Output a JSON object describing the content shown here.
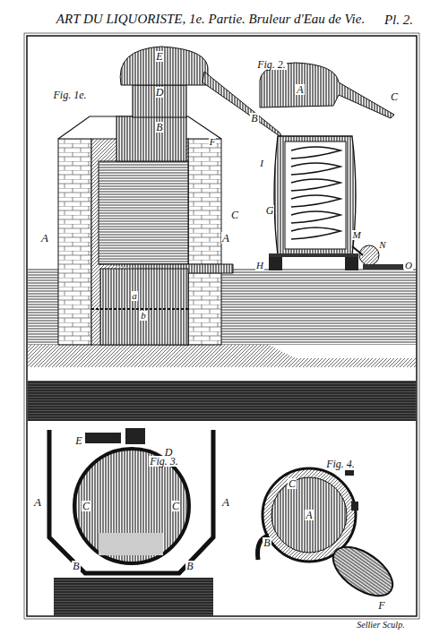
{
  "diagram": {
    "title": "ART DU LIQUORISTE, 1e. Partie. Bruleur d'Eau de Vie.",
    "labels": [
      "Pl. 2.",
      "Fig. 1e.",
      "E",
      "D",
      "B",
      "A",
      "A",
      "F",
      "I",
      "C",
      "G",
      "H",
      "M",
      "N",
      "O",
      "a",
      "b",
      "Fig. 2.",
      "A",
      "B",
      "C",
      "Fig. 3.",
      "E",
      "D",
      "A",
      "A",
      "C",
      "C",
      "B",
      "B",
      "Fig. 4.",
      "C",
      "B",
      "A",
      "F",
      "Sellier Sculp."
    ]
  }
}
